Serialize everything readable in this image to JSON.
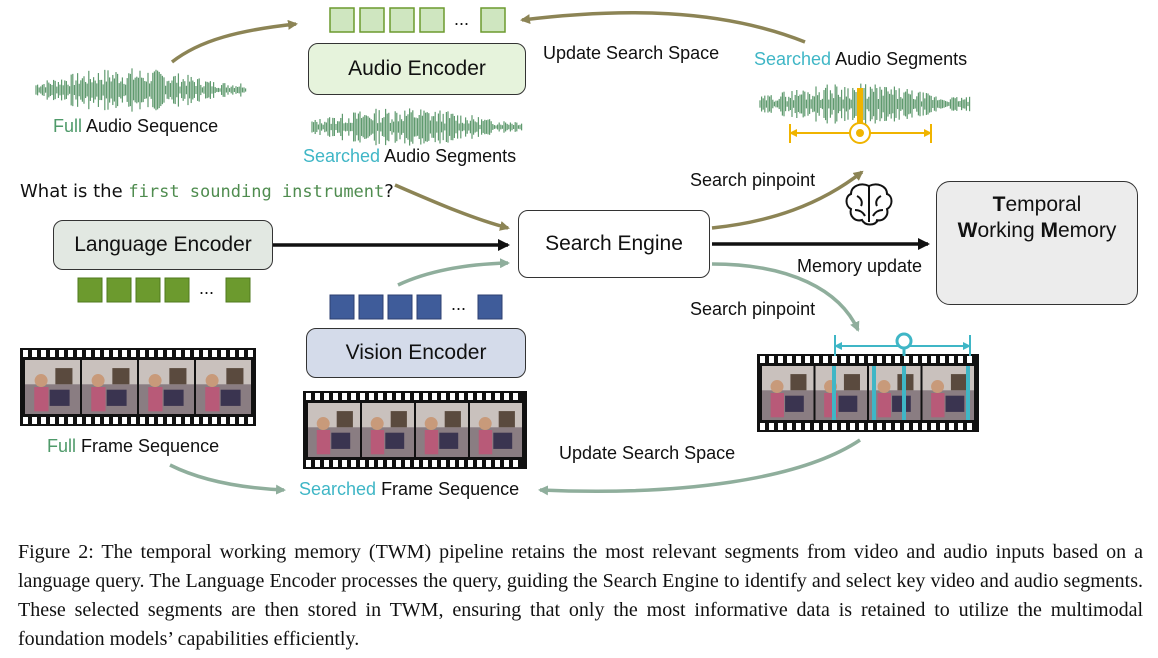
{
  "query": {
    "prefix": "What is the ",
    "highlight": "first sounding instrument",
    "suffix": "?"
  },
  "encoders": {
    "audio": "Audio Encoder",
    "language": "Language Encoder",
    "vision": "Vision Encoder"
  },
  "search_engine": "Search Engine",
  "twm": {
    "line1_initial": "T",
    "line1_rest": "emporal",
    "line2_w": "W",
    "line2_orking": "orking ",
    "line2_m": "M",
    "line2_emory": "emory"
  },
  "labels": {
    "full_audio_hl": "Full",
    "full_audio_rest": " Audio Sequence",
    "searched_audio_hl": "Searched",
    "searched_audio_rest": " Audio Segments",
    "searched_audio_right_hl": "Searched",
    "searched_audio_right_rest": " Audio Segments",
    "update_search_space_top": "Update Search Space",
    "update_search_space_bottom": "Update Search Space",
    "search_pinpoint_top": "Search pinpoint",
    "search_pinpoint_bottom": "Search pinpoint",
    "memory_update": "Memory update",
    "full_frame_hl": "Full",
    "full_frame_rest": " Frame Sequence",
    "searched_frame_hl": "Searched",
    "searched_frame_rest": " Frame Sequence",
    "ellipsis": "..."
  },
  "caption": "Figure 2: The temporal working memory (TWM) pipeline retains the most relevant segments from video and audio inputs based on a language query. The Language Encoder processes the query, guiding the Search Engine to identify and select key video and audio segments. These selected segments are then stored in TWM, ensuring that only the most informative data is retained to utilize the multimodal foundation models’ capabilities efficiently.",
  "colors": {
    "audio_green": "#5f9a6e",
    "token_green_light": "#cfe6c0",
    "token_green_dark": "#6c9a2e",
    "token_blue": "#3f5c9a",
    "arrow_olive": "#8c8455",
    "arrow_sage": "#8fae9c",
    "highlight_teal": "#3fb6c6",
    "pinpoint_yellow": "#f0b400",
    "audio_box_fill": "#e6f3dc",
    "language_box_fill": "#e2e8e2",
    "vision_box_fill": "#d4dbea",
    "twm_box_fill": "#ececec"
  }
}
